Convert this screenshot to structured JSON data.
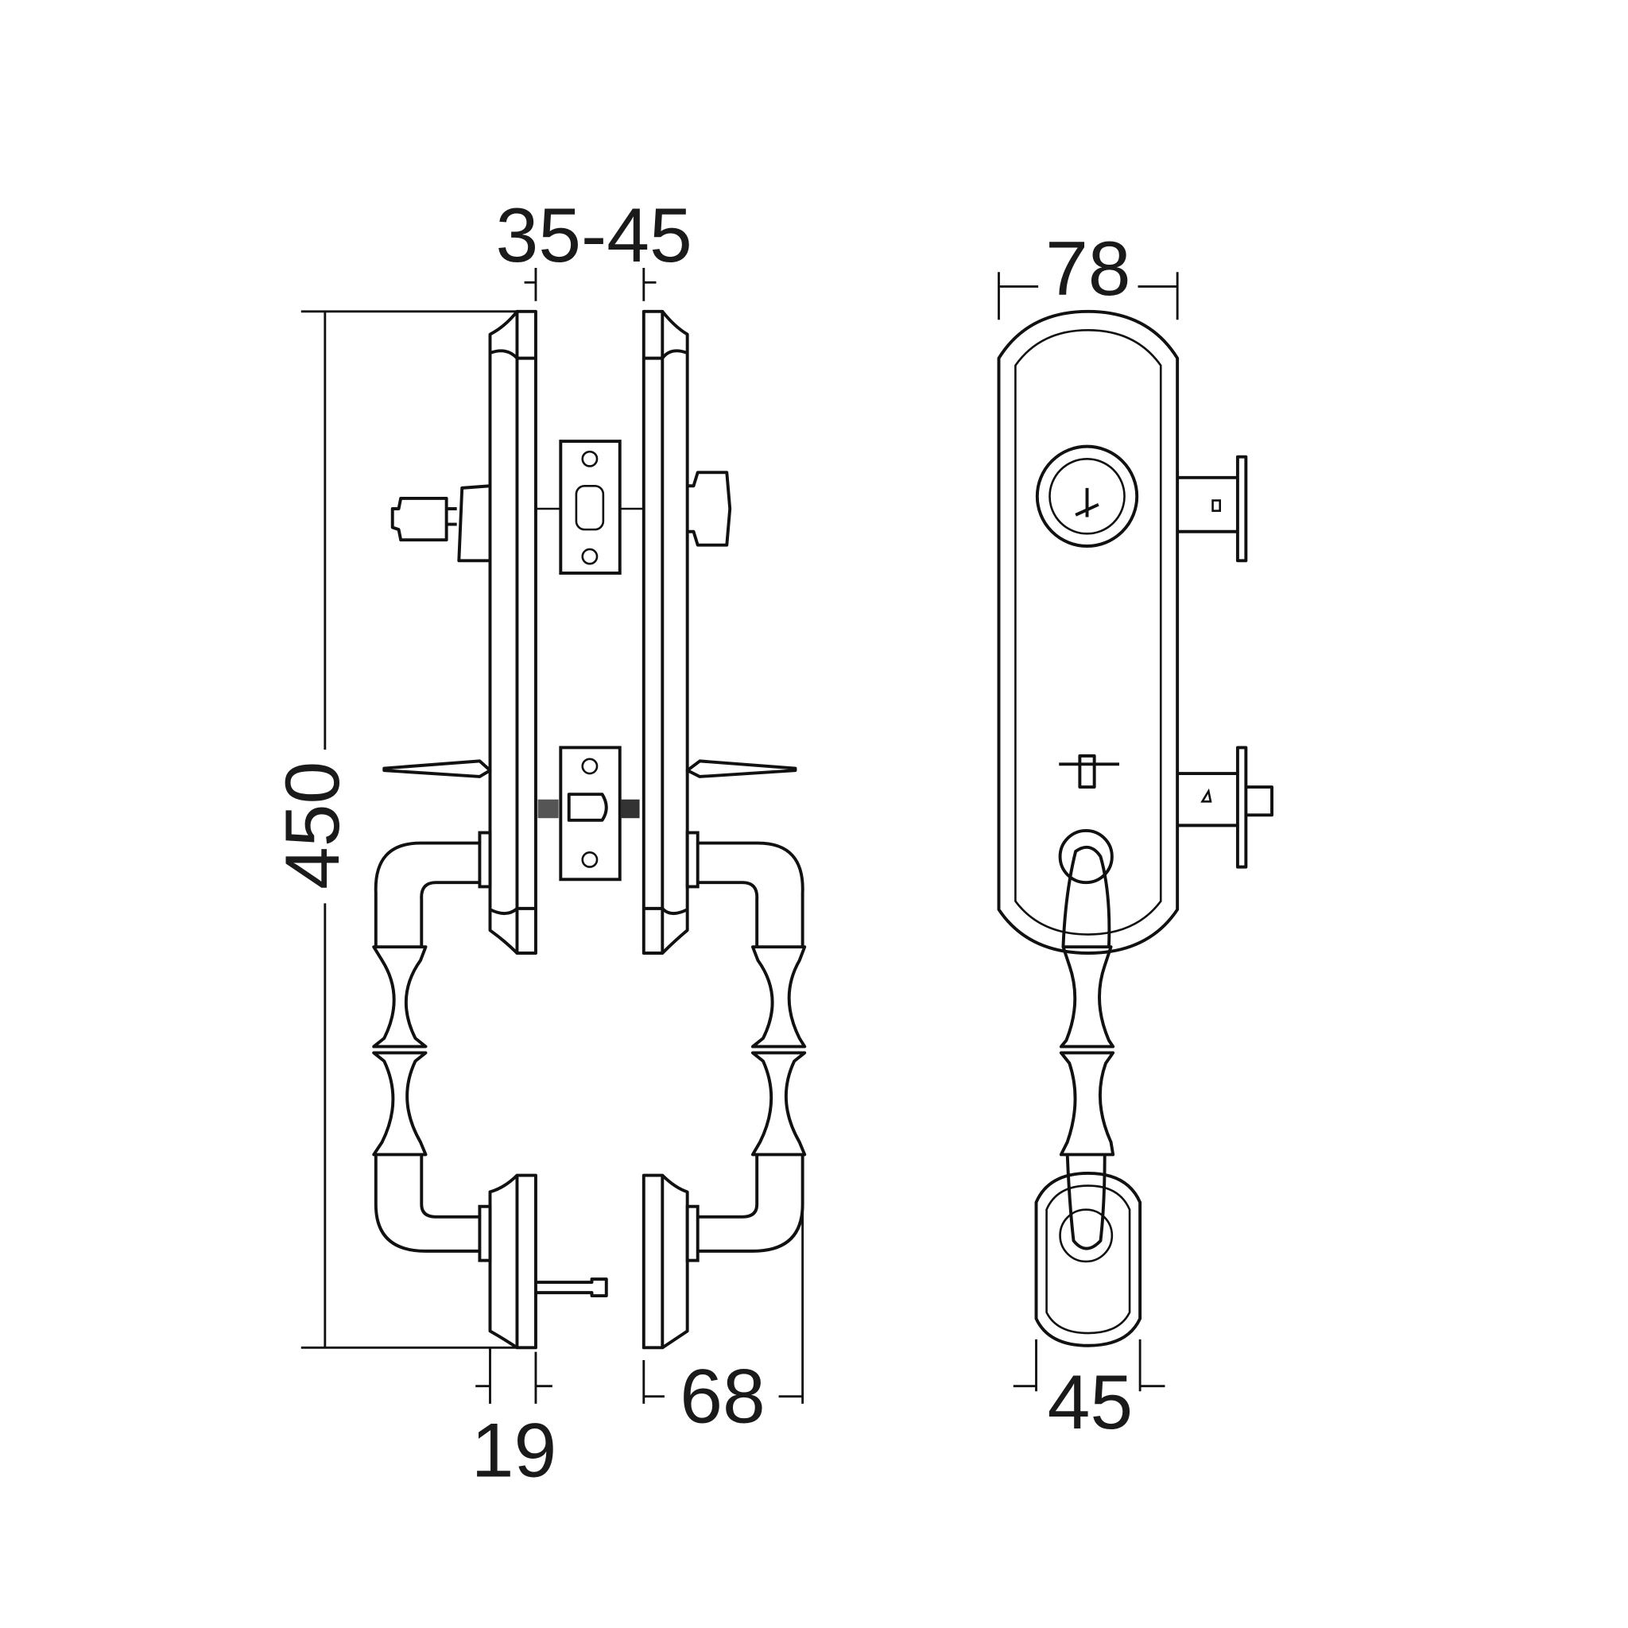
{
  "drawing": {
    "title": "Handleset lock dimension drawing",
    "dimensions": {
      "door_thickness": "35-45",
      "plate_width": "78",
      "overall_height": "450",
      "plate_depth": "19",
      "handle_projection": "68",
      "bottom_escutcheon_width": "45"
    },
    "line_color": "#111111",
    "background_color": "#ffffff"
  }
}
